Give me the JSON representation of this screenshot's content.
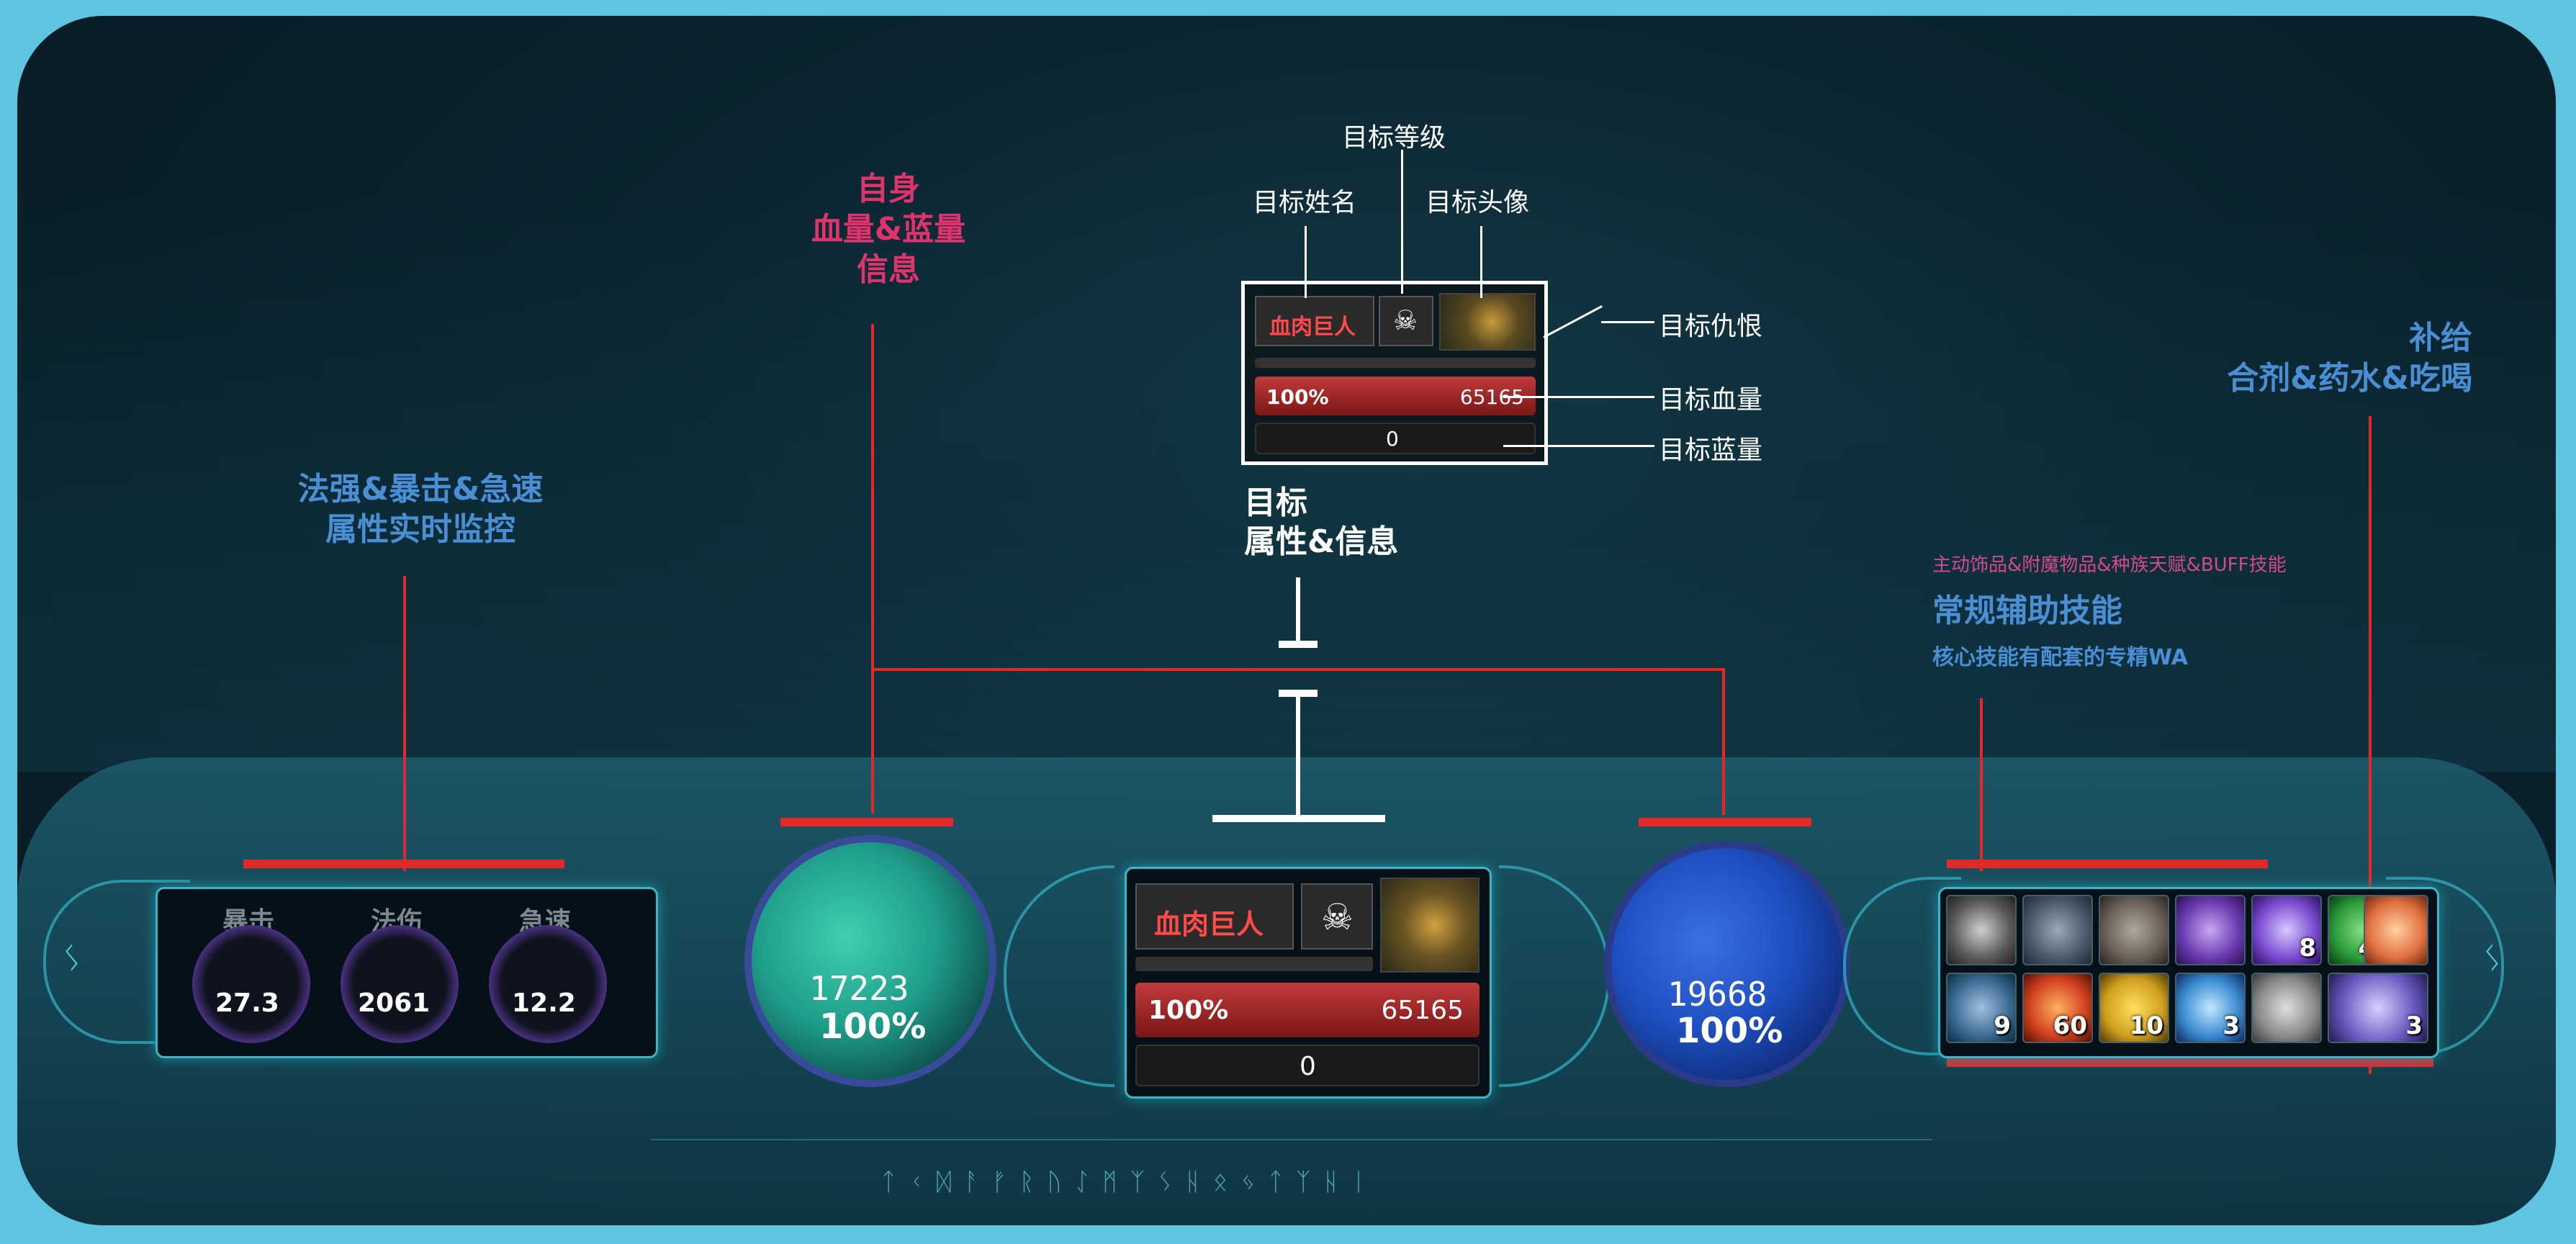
{
  "annotations": {
    "target_level": "目标等级",
    "target_name": "目标姓名",
    "target_portrait": "目标头像",
    "target_threat": "目标仇恨",
    "target_hp": "目标血量",
    "target_mana": "目标蓝量",
    "target_attr_line1": "目标",
    "target_attr_line2": "属性&信息",
    "self_line1": "自身",
    "self_line2": "血量&蓝量",
    "self_line3": "信息",
    "stats_line1": "法强&暴击&急速",
    "stats_line2": "属性实时监控",
    "supply_line1": "补给",
    "supply_line2": "合剂&药水&吃喝",
    "aux_small": "主动饰品&附魔物品&种族天赋&BUFF技能",
    "aux_title": "常规辅助技能",
    "aux_sub": "核心技能有配套的专精WA"
  },
  "target_preview": {
    "name": "血肉巨人",
    "hp_percent": "100%",
    "hp_value": "65165",
    "mana_value": "0"
  },
  "stats": {
    "labels": [
      "暴击",
      "法伤",
      "急速"
    ],
    "values": [
      "27.3",
      "2061",
      "12.2"
    ]
  },
  "health_orb": {
    "value": "17223",
    "percent": "100%"
  },
  "mana_orb": {
    "value": "19668",
    "percent": "100%"
  },
  "target_frame": {
    "name": "血肉巨人",
    "hp_percent": "100%",
    "hp_value": "65165",
    "mana_value": "0"
  },
  "aura_slots": {
    "row1": [
      "",
      "",
      "",
      "",
      "8",
      "44",
      ""
    ],
    "row2": [
      "9",
      "60",
      "10",
      "3",
      "",
      "3"
    ]
  },
  "colors": {
    "frame_border": "#5ec4e0",
    "accent_cyan": "#38b7c9",
    "annotation_red": "#e02a2a",
    "annotation_pink": "#e0336e",
    "annotation_blue": "#4a8fd6",
    "target_name_red": "#ff4a4a",
    "health_green": "#1f9d8a",
    "mana_blue": "#1e4fc0"
  }
}
